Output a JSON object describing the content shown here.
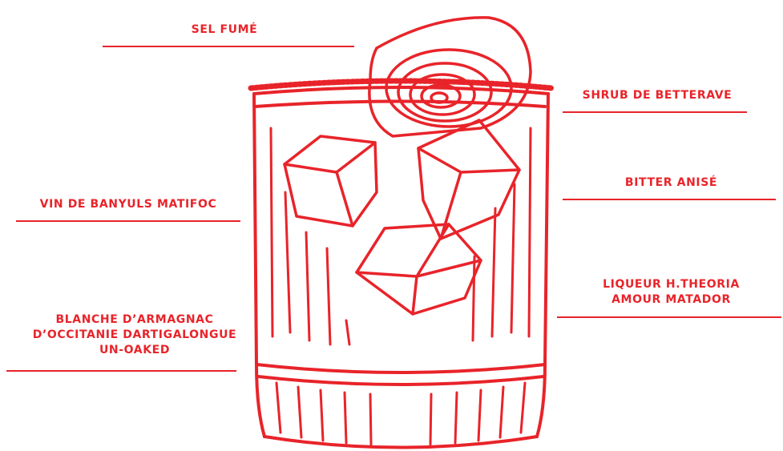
{
  "colors": {
    "ink": "#e8242a",
    "background": "#ffffff"
  },
  "illustration": {
    "subject": "rocks-glass-icon",
    "garnish": "beet-slice-icon"
  },
  "ingredients": [
    {
      "id": "sel-fume",
      "lines": [
        "SEL FUMÉ"
      ]
    },
    {
      "id": "shrub-betterave",
      "lines": [
        "SHRUB DE BETTERAVE"
      ]
    },
    {
      "id": "bitter-anise",
      "lines": [
        "BITTER ANISÉ"
      ]
    },
    {
      "id": "vin-banyuls",
      "lines": [
        "VIN DE BANYULS MATIFOC"
      ]
    },
    {
      "id": "liqueur-htheoria",
      "lines": [
        "LIQUEUR H.THEORIA",
        "AMOUR MATADOR"
      ]
    },
    {
      "id": "blanche-armagnac",
      "lines": [
        "BLANCHE D’ARMAGNAC",
        "D’OCCITANIE DARTIGALONGUE",
        "UN-OAKED"
      ]
    }
  ]
}
